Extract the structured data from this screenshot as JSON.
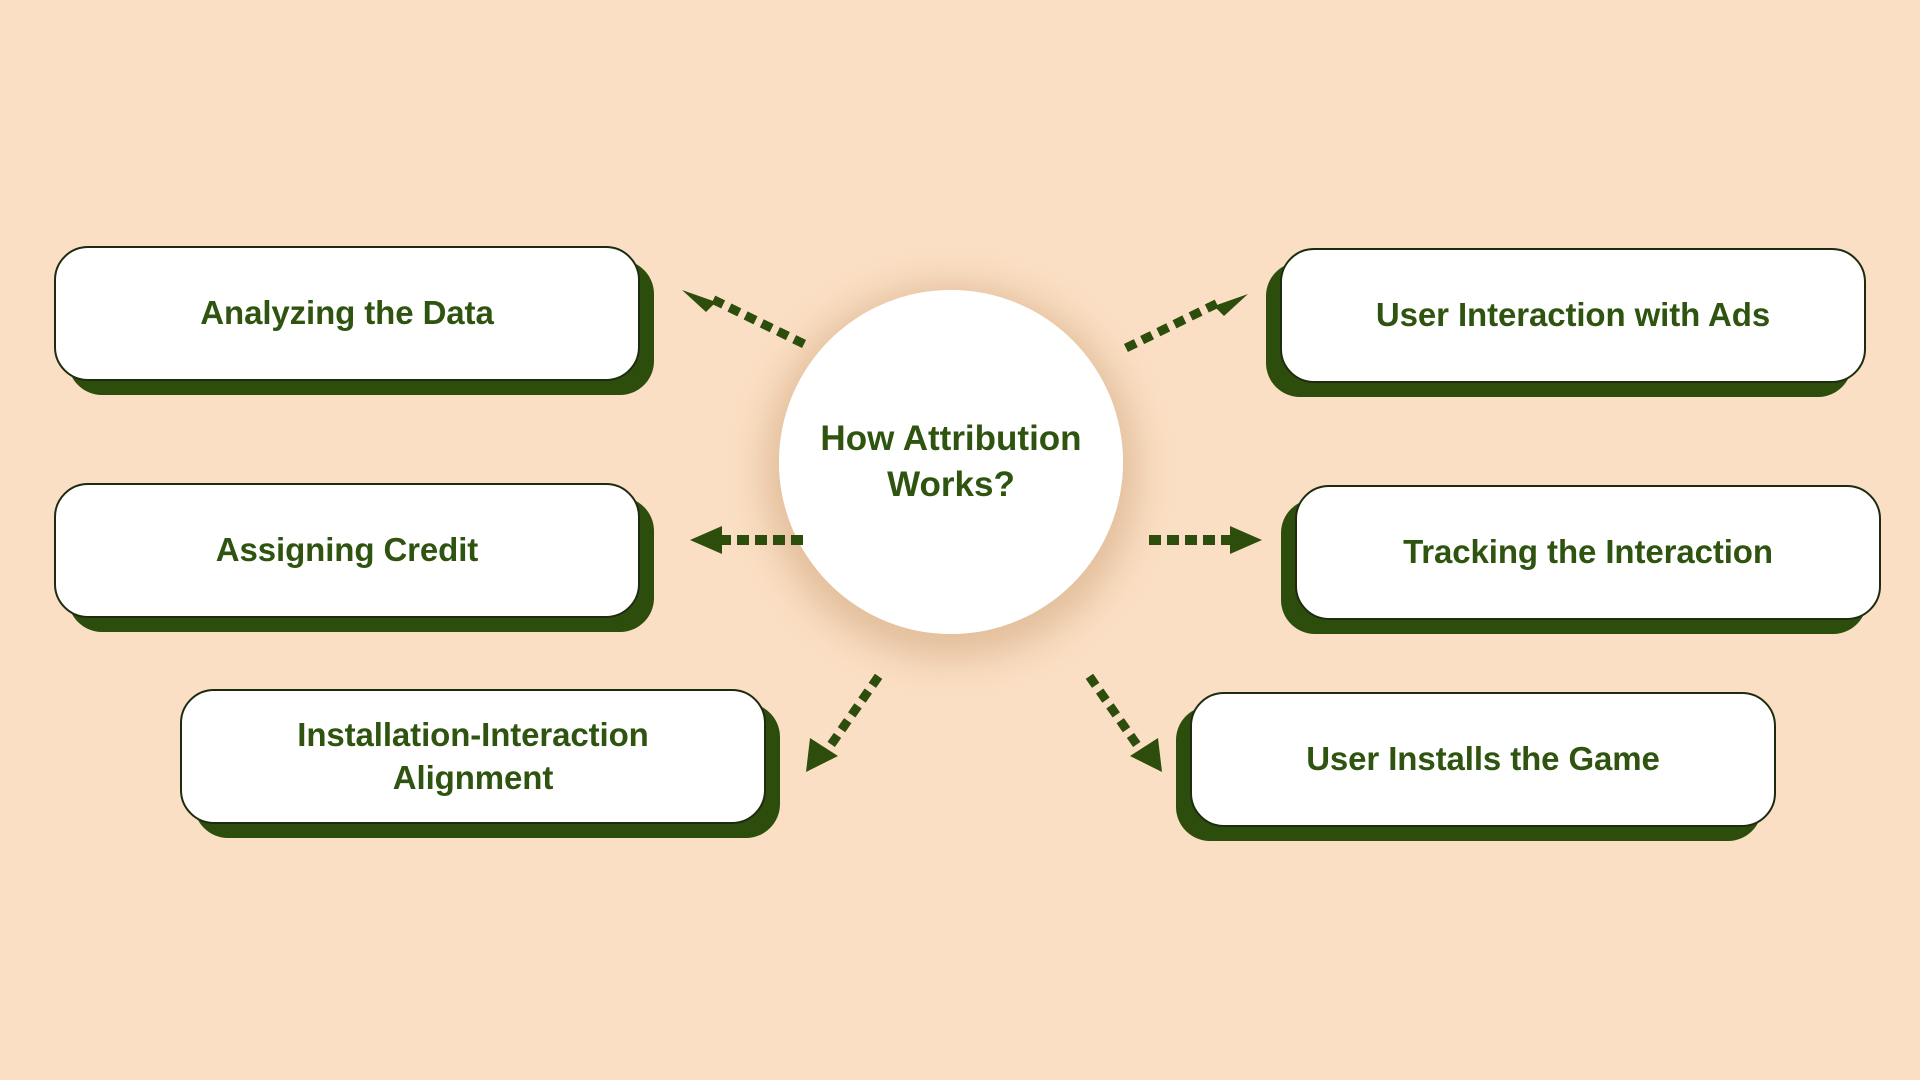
{
  "diagram": {
    "title": "How Attribution Works?",
    "background_color": "#FBDFC4",
    "accent_color": "#2D4D0C",
    "text_color": "#2F5410",
    "center": {
      "label": "How Attribution\nWorks?"
    },
    "nodes": [
      {
        "id": "analyzing-the-data",
        "label": "Analyzing the Data",
        "side": "left"
      },
      {
        "id": "assigning-credit",
        "label": "Assigning Credit",
        "side": "left"
      },
      {
        "id": "installation-interaction",
        "label": "Installation-Interaction\nAlignment",
        "side": "left"
      },
      {
        "id": "user-interaction-with-ads",
        "label": "User Interaction with Ads",
        "side": "right"
      },
      {
        "id": "tracking-the-interaction",
        "label": "Tracking the Interaction",
        "side": "right"
      },
      {
        "id": "user-installs-the-game",
        "label": "User Installs the Game",
        "side": "right"
      }
    ],
    "connectors": [
      {
        "id": "to-analyzing-the-data",
        "direction": "up-left",
        "style": "dotted"
      },
      {
        "id": "to-assigning-credit",
        "direction": "left",
        "style": "dotted"
      },
      {
        "id": "to-installation-interaction",
        "direction": "down-left",
        "style": "dotted"
      },
      {
        "id": "to-user-interaction-with-ads",
        "direction": "up-right",
        "style": "dotted"
      },
      {
        "id": "to-tracking-the-interaction",
        "direction": "right",
        "style": "dotted"
      },
      {
        "id": "to-user-installs-the-game",
        "direction": "down-right",
        "style": "dotted"
      }
    ]
  }
}
